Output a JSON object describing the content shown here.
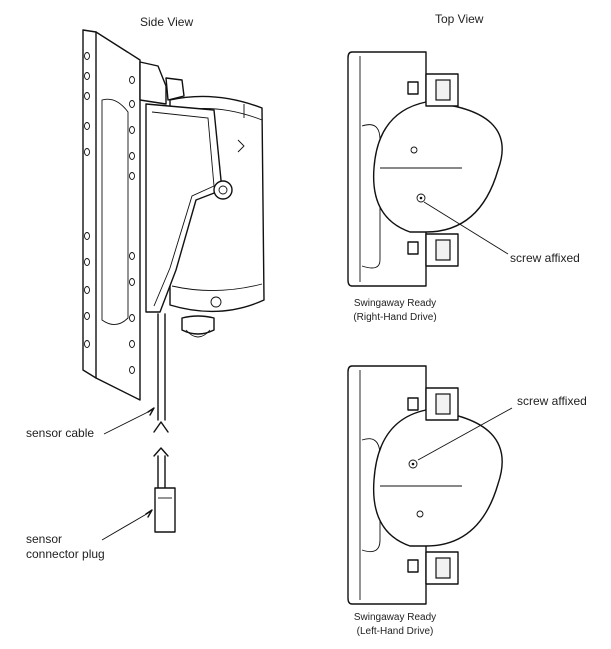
{
  "titles": {
    "side_view": "Side View",
    "top_view": "Top View"
  },
  "labels": {
    "sensor_cable": "sensor cable",
    "sensor_connector_plug_line1": "sensor",
    "sensor_connector_plug_line2": "connector plug",
    "screw_affixed_top": "screw affixed",
    "screw_affixed_bottom": "screw affixed"
  },
  "captions": {
    "right_hand_line1": "Swingaway Ready",
    "right_hand_line2": "(Right-Hand Drive)",
    "left_hand_line1": "Swingaway Ready",
    "left_hand_line2": "(Left-Hand Drive)"
  }
}
